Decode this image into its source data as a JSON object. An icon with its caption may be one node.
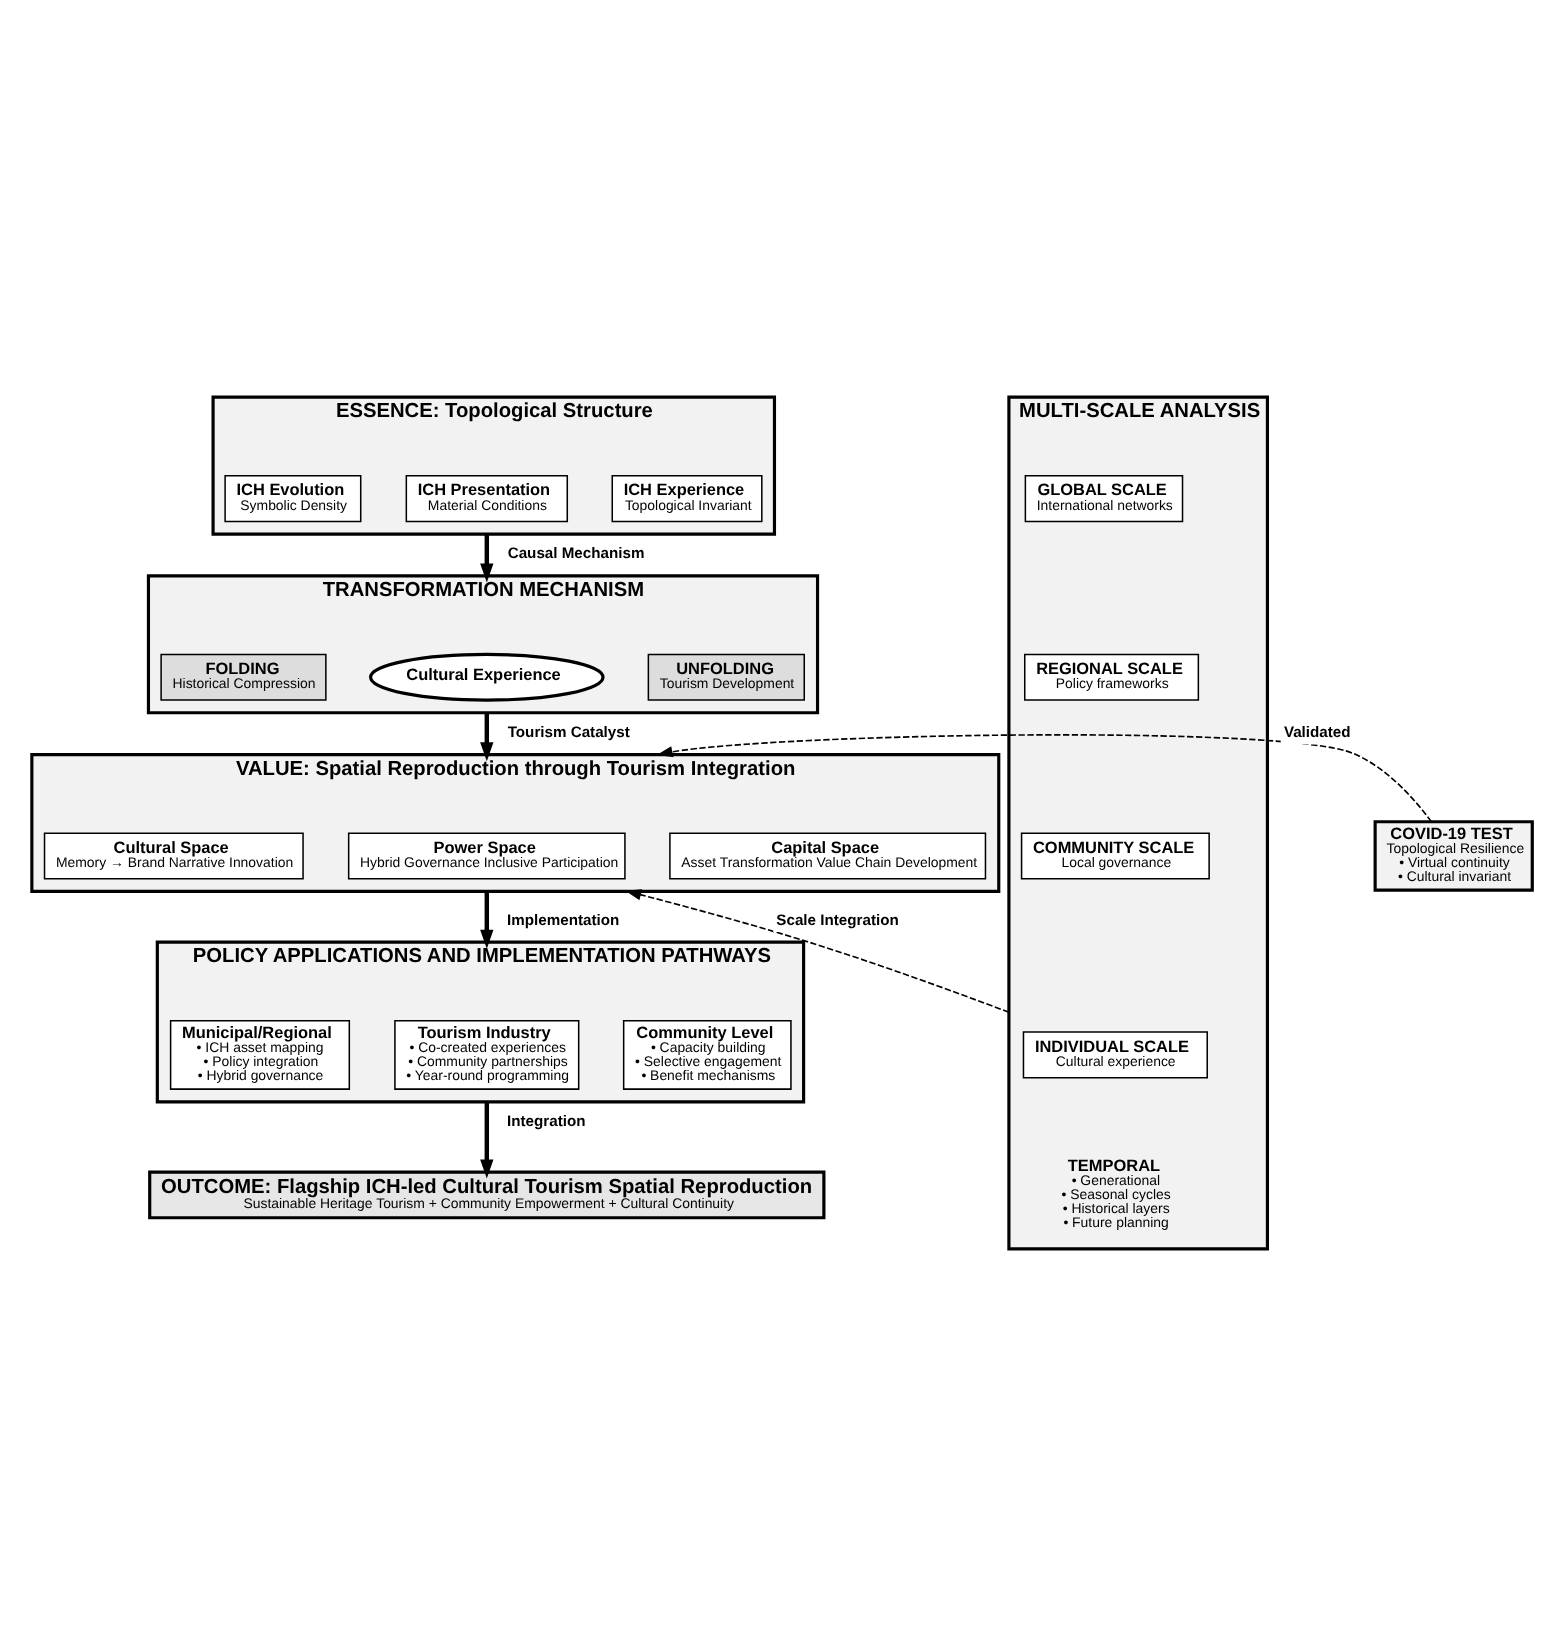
{
  "diagram": {
    "nodes": [
      {
        "text": [
          "ESSENCE: Topological Structure"
        ]
      },
      {
        "text": [
          "ICH Evolution",
          "Symbolic Density"
        ],
        "in": 0
      },
      {
        "text": [
          "ICH Presentation",
          "Material Conditions"
        ],
        "in": 0
      },
      {
        "text": [
          "ICH Experience",
          "Topological Invariant"
        ],
        "in": 0
      },
      {
        "text": [
          "TRANSFORMATION MECHANISM"
        ]
      },
      {
        "text": [
          "FOLDING",
          "Historical Compression"
        ],
        "in": 4
      },
      {
        "text": [
          "Cultural Experience"
        ],
        "in": 4
      },
      {
        "text": [
          "UNFOLDING",
          "Tourism Development"
        ],
        "in": 4
      },
      {
        "text": [
          "VALUE: Spatial Reproduction through Tourism Integration"
        ]
      },
      {
        "text": [
          "Cultural Space",
          "Memory → Brand Narrative Innovation"
        ],
        "in": 8
      },
      {
        "text": [
          "Power Space",
          "Hybrid Governance Inclusive Participation"
        ],
        "in": 8
      },
      {
        "text": [
          "Capital Space",
          "Asset Transformation Value Chain Development"
        ],
        "in": 8
      },
      {
        "text": [
          "POLICY APPLICATIONS AND IMPLEMENTATION PATHWAYS"
        ]
      },
      {
        "text": [
          "Municipal/Regional",
          "• ICH asset mapping",
          "• Policy integration",
          "• Hybrid governance"
        ],
        "in": 12
      },
      {
        "text": [
          "Tourism Industry",
          "• Co-created experiences",
          "• Community partnerships",
          "• Year-round programming"
        ],
        "in": 12
      },
      {
        "text": [
          "Community Level",
          "• Capacity building",
          "• Selective engagement",
          "• Benefit mechanisms"
        ],
        "in": 12
      },
      {
        "text": [
          "OUTCOME: Flagship ICH-led Cultural Tourism Spatial Reproduction",
          "Sustainable Heritage Tourism + Community Empowerment + Cultural Continuity"
        ]
      },
      {
        "text": [
          "MULTI-SCALE ANALYSIS"
        ]
      },
      {
        "text": [
          "GLOBAL SCALE",
          "International networks"
        ],
        "in": 17
      },
      {
        "text": [
          "REGIONAL SCALE",
          "Policy frameworks"
        ],
        "in": 17
      },
      {
        "text": [
          "COMMUNITY SCALE",
          "Local governance"
        ],
        "in": 17
      },
      {
        "text": [
          "INDIVIDUAL SCALE",
          "Cultural experience"
        ],
        "in": 17
      },
      {
        "text": [
          "COVID-19 TEST",
          "Topological Resilience",
          "• Virtual continuity",
          "• Cultural invariant"
        ]
      }
    ],
    "edges": [
      {
        "from": 0,
        "to": 4,
        "arrow": "to",
        "label": "Causal Mechanism"
      },
      {
        "from": 4,
        "to": 8,
        "arrow": "to",
        "label": "Tourism Catalyst"
      },
      {
        "from": 8,
        "to": 12,
        "arrow": "to",
        "label": "Implementation"
      },
      {
        "from": 12,
        "to": 16,
        "arrow": "to",
        "label": "Integration"
      },
      {
        "from": 17,
        "to": 8,
        "arrow": "to",
        "label": "Scale Integration",
        "style": "dashed"
      },
      {
        "from": 22,
        "to": 8,
        "arrow": "to",
        "label": "Validated",
        "style": "dashed"
      }
    ],
    "labels": [
      "TEMPORAL",
      "• Generational",
      "• Seasonal cycles",
      "• Historical layers",
      "• Future planning"
    ]
  }
}
